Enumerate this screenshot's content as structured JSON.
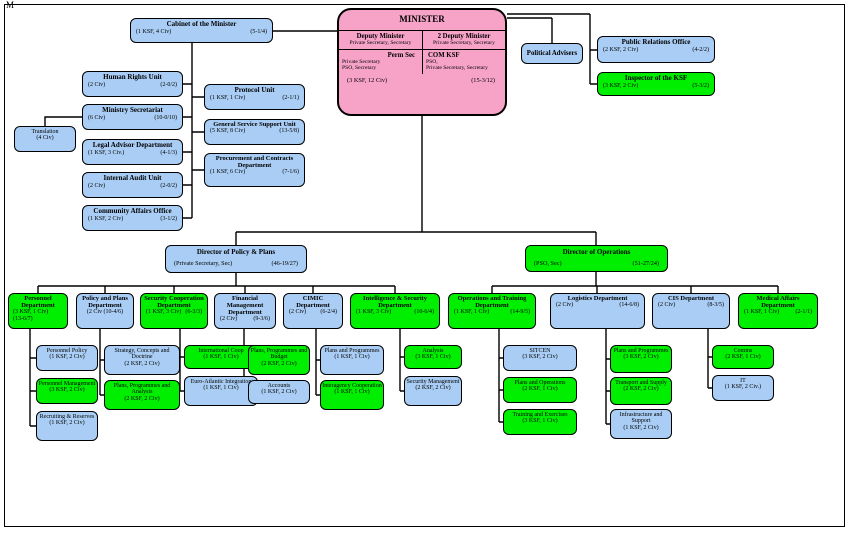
{
  "corner_label": "M",
  "colors": {
    "pink": "#f7a3c8",
    "blue": "#a9cdf4",
    "green": "#00ef00",
    "line": "#000000",
    "background": "#ffffff"
  },
  "minister": {
    "title": "MINISTER",
    "deputy_title": "Deputy Minister",
    "deputy_sub": "Private Secretary, Secretary",
    "deputy2_title": "2 Deputy Minister",
    "deputy2_sub": "Private Secretary, Secretary",
    "permsec_title": "Perm Sec",
    "permsec_sub1": "Private Secretary",
    "permsec_sub2": "PSO, Secretary",
    "comksf_title": "COM KSF",
    "comksf_sub1": "PSO,",
    "comksf_sub2": "Private Secretary, Secretary",
    "staff_left": "(3 KSF, 12 Civ)",
    "staff_right": "(15-3/12)"
  },
  "boxes": {
    "cabinet": {
      "title": "Cabinet of the Minister",
      "staff": "(1 KSF, 4 Civ)",
      "total": "(5-1/4)"
    },
    "political_advisers": {
      "title": "Political Advisers"
    },
    "public_relations": {
      "title": "Public Relations Office",
      "staff": "(2 KSF, 2 Civ)",
      "total": "(4-2/2)"
    },
    "inspector_ksf": {
      "title": "Inspector of the KSF",
      "staff": "(3 KSF, 2 Civ)",
      "total": "(5-3/2)"
    },
    "human_rights": {
      "title": "Human Rights Unit",
      "staff": "(2 Civ)",
      "total": "(2-0/2)"
    },
    "ministry_secretariat": {
      "title": "Ministry Secretariat",
      "staff": "(6 Civ)",
      "total": "(10-0/10)"
    },
    "translation": {
      "title": "Translation",
      "staff": "(4 Civ)"
    },
    "legal_advisor": {
      "title": "Legal Advisor Department",
      "staff": "(1 KSF, 3 Civ.)",
      "total": "(4-1/3)"
    },
    "internal_audit": {
      "title": "Internal Audit Unit",
      "staff": "(2 Civ)",
      "total": "(2-0/2)"
    },
    "community_affairs": {
      "title": "Community Affairs Office",
      "staff": "(1 KSF, 2 Civ)",
      "total": "(3-1/2)"
    },
    "protocol": {
      "title": "Protocol Unit",
      "staff": "(1 KSF, 1 Civ)",
      "total": "(2-1/1)"
    },
    "general_service": {
      "title": "General Service Support Unit",
      "staff": "(5 KSF, 8 Civ)",
      "total": "(13-5/8)"
    },
    "procurement": {
      "title": "Procurement and Contracts Department",
      "staff": "(1 KSF, 6 Civ)",
      "total": "(7-1/6)"
    },
    "dir_policy_plans": {
      "title": "Director of  Policy & Plans",
      "staff": "(Private Secretary, Sec)",
      "total": "(46-19/27)"
    },
    "dir_operations": {
      "title": "Director of Operations",
      "staff": "(PSO, Sec)",
      "total": "(51-27/24)"
    },
    "personnel": {
      "title": "Personnel Department",
      "staff": "(3 KSF, 1 Civ)",
      "total": "(13-6/7)"
    },
    "policy_plans": {
      "title": "Policy and Plans Department",
      "staff": "(2 Civ (10-4/6)"
    },
    "security_coop": {
      "title": "Security Cooperation Department",
      "staff": "(1 KSF, 3 Civ)",
      "total": "(6-3/3)"
    },
    "financial": {
      "title": "Financial Management Department",
      "staff": "(2 Civ)",
      "total": "(9-3/6)"
    },
    "cimic": {
      "title": "CIMIC Department",
      "staff": "(2 Civ)",
      "total": "(6-2/4)"
    },
    "intelligence": {
      "title": "Intelligence & Security Department",
      "staff": "(1 KSF, 3 Civ)",
      "total": "(10-6/4)"
    },
    "ops_training": {
      "title": "Operations and Training Department",
      "staff": "(1 KSF, 1 Civ)",
      "total": "(14-9/5)"
    },
    "logistics": {
      "title": "Logistics Department",
      "staff": "(2 Civ)",
      "total": "(14-6/8)"
    },
    "cis": {
      "title": "CIS Department",
      "staff": "(2 Civ)",
      "total": "(8-3/5)"
    },
    "medical": {
      "title": "Medical Affairs Department",
      "staff": "(1 KSF, 1 Civ)",
      "total": "(2-1/1)"
    },
    "personnel_policy": {
      "title": "Personnel Policy",
      "staff": "(1 KSF, 2 Civ)"
    },
    "personnel_mgmt": {
      "title": "Personnel Management",
      "staff": "(3 KSF, 2 Civ)"
    },
    "recruiting": {
      "title": "Recruiting & Reserves",
      "staff": "(1 KSF, 2 Civ)"
    },
    "strategy": {
      "title": "Strategy, Concepts and Doctrine",
      "staff": "(2 KSF, 2 Civ)"
    },
    "plans_analysis": {
      "title": "Plans, Programmes and Analysis",
      "staff": "(2 KSF, 2 Civ)"
    },
    "intl_coop": {
      "title": "International Coop",
      "staff": "(1 KSF, 1 Civ)"
    },
    "euro_atlantic": {
      "title": "Euro-Atlantic Integration",
      "staff": "(1 KSF, 1 Civ)"
    },
    "plans_budget": {
      "title": "Plans, Programmes and Budget",
      "staff": "(2 KSF, 2 Civ)"
    },
    "accounts": {
      "title": "Accounts",
      "staff": "(1 KSF, 2 Civ)"
    },
    "plans_programmes_cimic": {
      "title": "Plans and Programmes",
      "staff": "(1 KSF, 1 Civ)"
    },
    "interagency": {
      "title": "Interagency Cooperation",
      "staff": "(1 KSF, 1 Civ)"
    },
    "analysis": {
      "title": "Analysis",
      "staff": "(3 KSF, 1 Civ)"
    },
    "security_mgmt": {
      "title": "Security Management",
      "staff": "(2 KSF, 2 Civ)"
    },
    "sitcen": {
      "title": "SITCEN",
      "staff": "(3 KSF, 2 Civ)"
    },
    "plans_operations": {
      "title": "Plans and Operations",
      "staff": "(2 KSF, 1 Civ)"
    },
    "training_exercises": {
      "title": "Training and Exercises",
      "staff": "(3 KSF, 1 Civ)"
    },
    "plans_programmes_log": {
      "title": "Plans and Programmes",
      "staff": "(3 KSF, 2 Civ)"
    },
    "transport_supply": {
      "title": "Transport and Supply",
      "staff": "(2 KSF, 2 Civ)"
    },
    "infrastructure": {
      "title": "Infrastructure and Support",
      "staff": "(1 KSF, 2 Civ)"
    },
    "comms": {
      "title": "Comms",
      "staff": "(2 KSF, 1 Civ)"
    },
    "it": {
      "title": "IT",
      "staff": "(1 KSF, 2 Civ.)"
    }
  }
}
